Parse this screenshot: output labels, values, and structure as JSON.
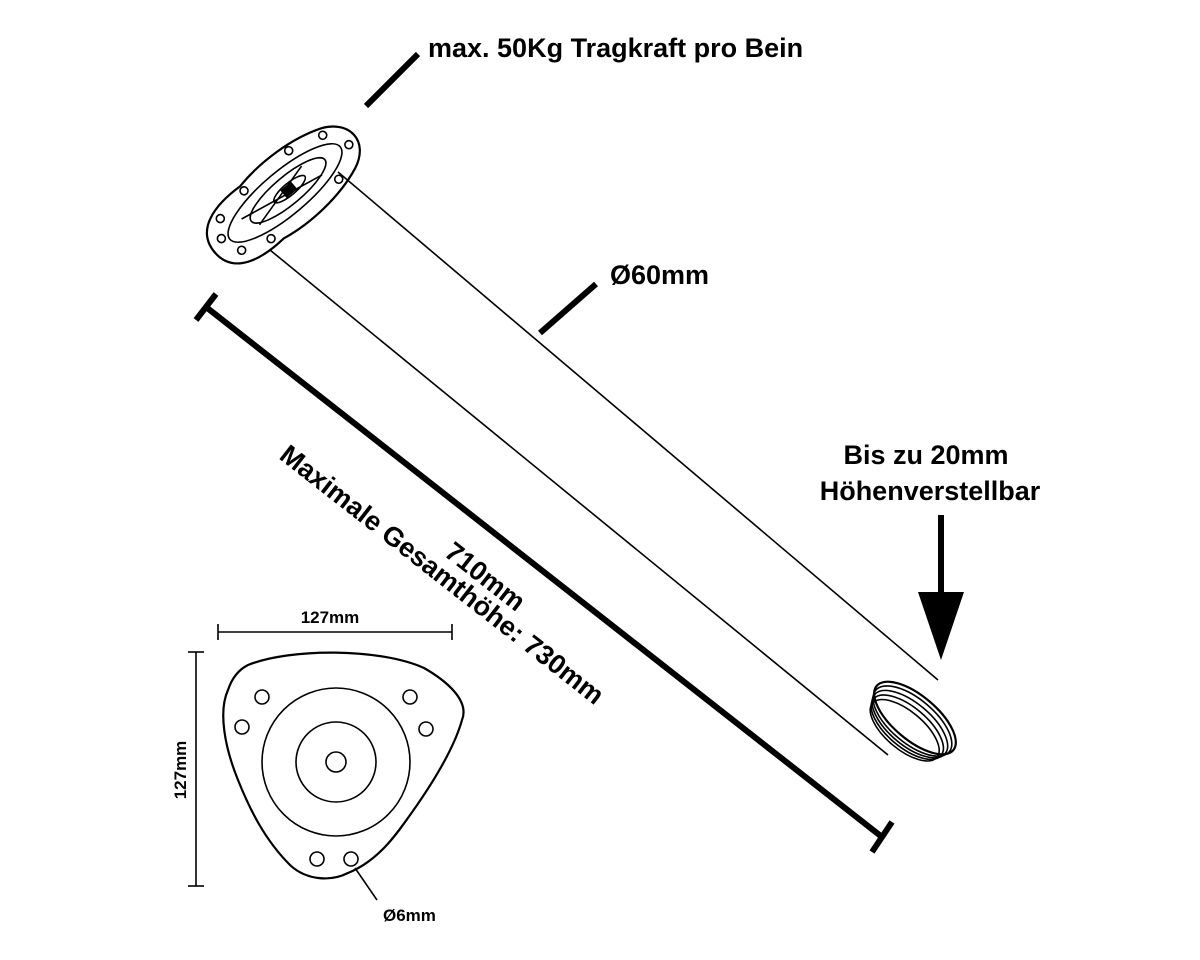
{
  "labels": {
    "load_capacity": "max. 50Kg Tragkraft pro Bein",
    "diameter": "Ø60mm",
    "adjustable_line1": "Bis zu 20mm",
    "adjustable_line2": "Höhenverstellbar",
    "leg_length": "710mm",
    "total_height": "Maximale Gesamthöhe: 730mm",
    "plate_width": "127mm",
    "plate_height": "127mm",
    "hole_diameter": "Ø6mm"
  }
}
